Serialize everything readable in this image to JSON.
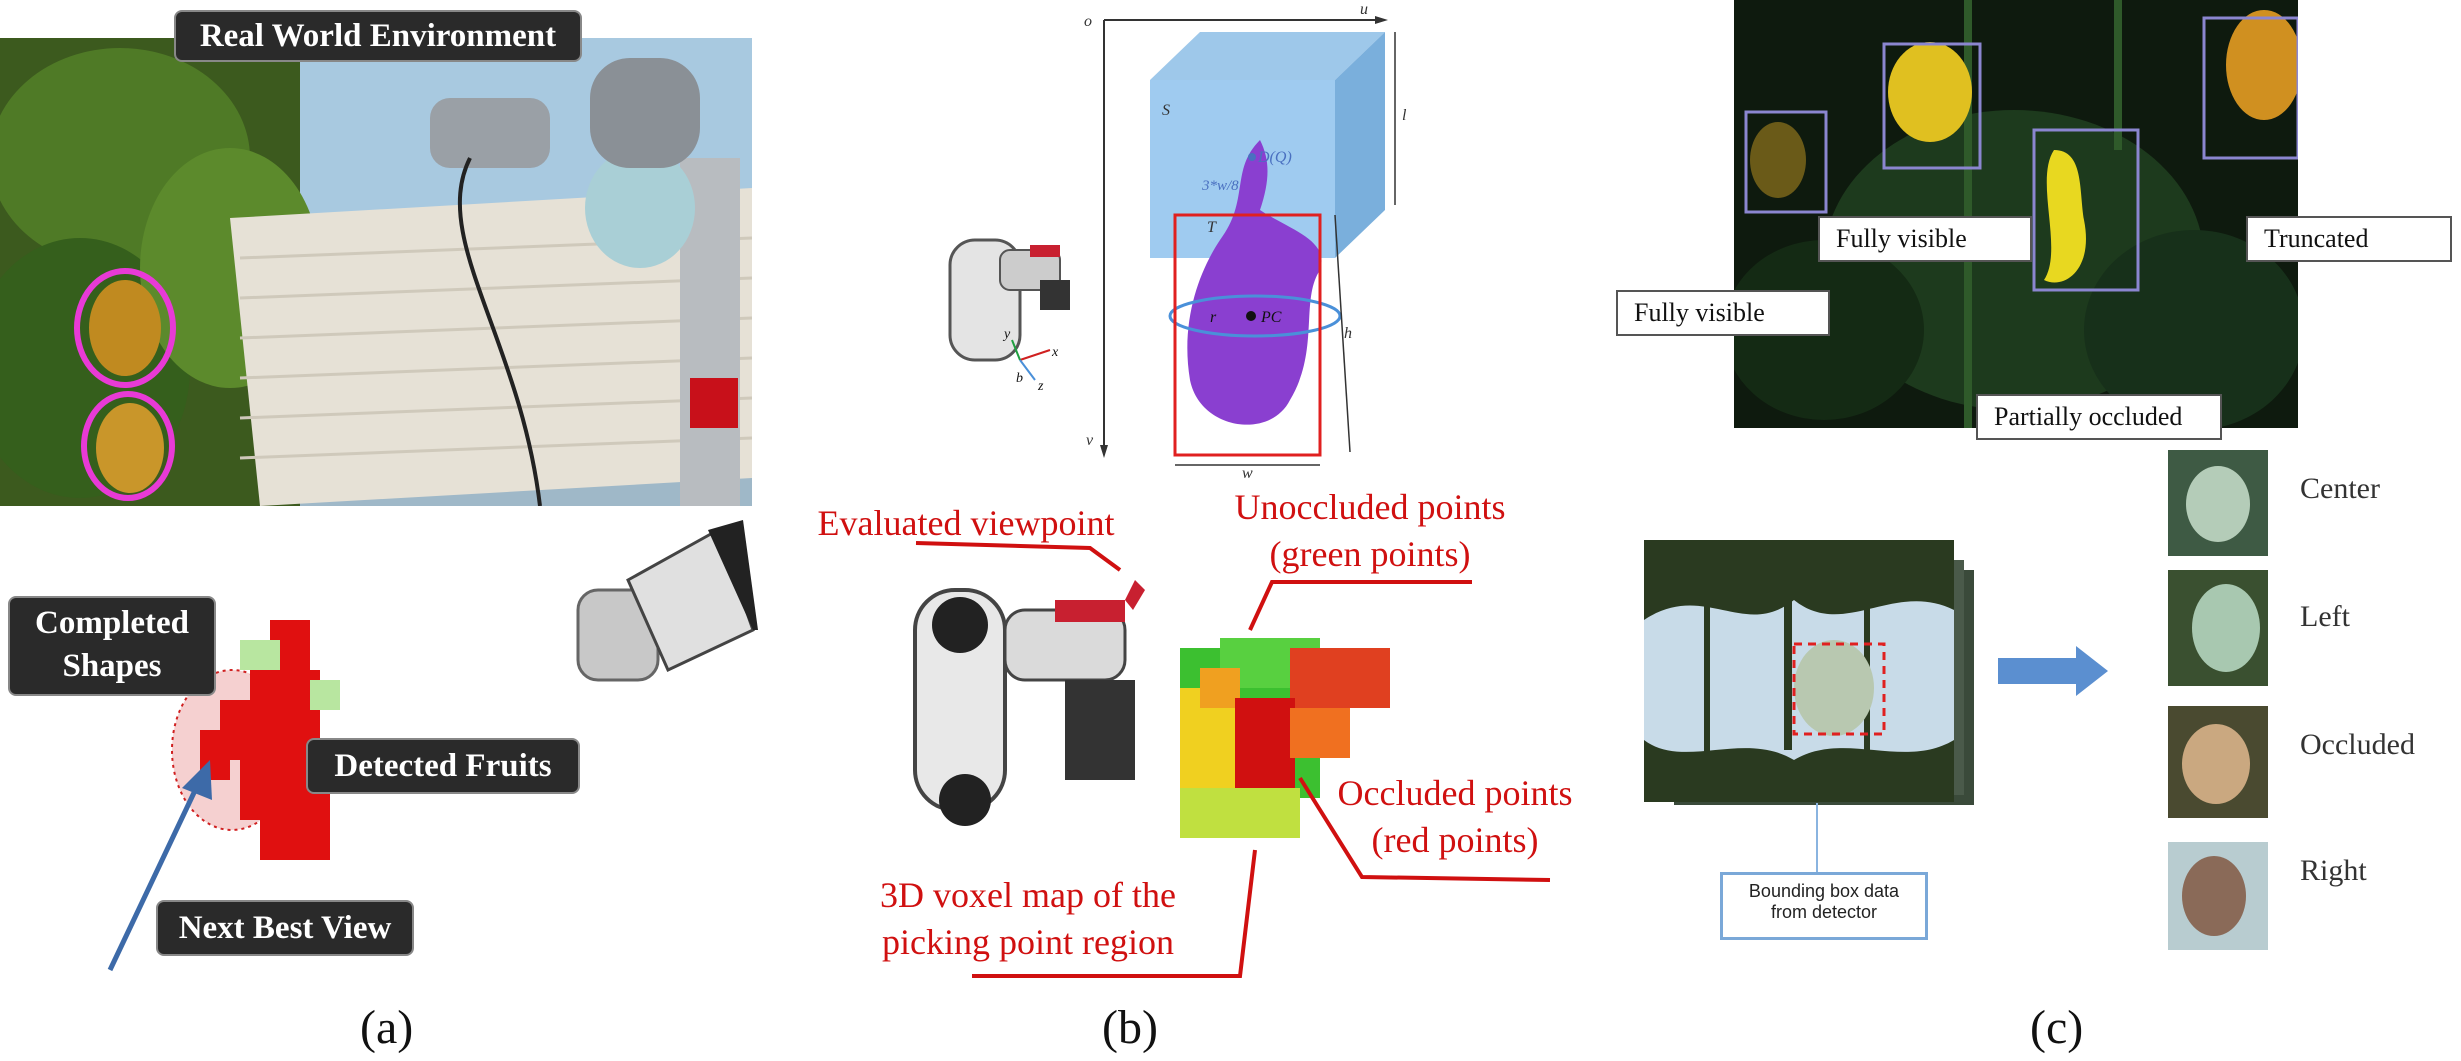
{
  "panel_a": {
    "caption": "(a)",
    "real_world_label": "Real World Environment",
    "completed_shapes_label": "Completed Shapes",
    "detected_fruits_label": "Detected Fruits",
    "next_best_view_label": "Next Best View"
  },
  "panel_b": {
    "caption": "(b)",
    "evaluated_viewpoint": "Evaluated viewpoint",
    "unoccluded_line1": "Unoccluded points",
    "unoccluded_line2": "(green points)",
    "occluded_line1": "Occluded points",
    "occluded_line2": "(red points)",
    "voxel_line1": "3D voxel map of the",
    "voxel_line2": "picking point region",
    "diagram_labels": {
      "o": "o",
      "u": "u",
      "v": "v",
      "s": "S",
      "l": "l",
      "h": "h",
      "w": "w",
      "dq": "D(Q)",
      "t": "T",
      "pc": "PC",
      "r": "r",
      "angle": "3*w/8",
      "x": "x",
      "y": "y",
      "z": "z",
      "b": "b"
    }
  },
  "panel_c": {
    "caption": "(c)",
    "fully_visible_1": "Fully visible",
    "fully_visible_2": "Fully visible",
    "truncated": "Truncated",
    "partially_occluded": "Partially occluded",
    "bbox_note_line1": "Bounding box data",
    "bbox_note_line2": "from detector",
    "views": [
      "Center",
      "Left",
      "Occluded",
      "Right"
    ]
  }
}
